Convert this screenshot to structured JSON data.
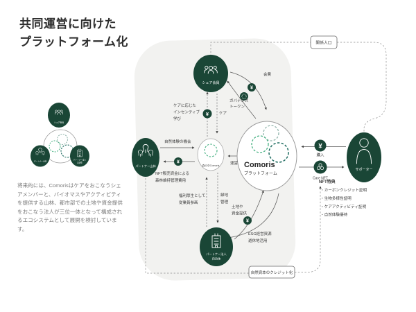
{
  "colors": {
    "primary_green": "#1a4636",
    "logo_teal_dark": "#1c6b5f",
    "logo_green": "#45b081",
    "logo_gray_teal": "#8fb3aa",
    "bg_blob": "#f2f2f0",
    "line": "#555555"
  },
  "title": {
    "line1": "共同運営に向けた",
    "line2": "プラットフォーム化"
  },
  "description": "将来的には、Comorisはケアをおこなうシェアメンバーと、バイオマスやアクティビティを提供する山林、都市部での土地や資金提供をおこなう法人が三位一体となって構成されるエコシステムとして展開を検討しています。",
  "mini": {
    "top": "シェア会員",
    "left": "パートナー山林",
    "right1": "パートナー法人",
    "right2": "自治体"
  },
  "diagram": {
    "center_name": "Comoris",
    "center_subtitle": "プラットフォーム",
    "hub_label": "森の中Comoris",
    "node_share": "シェア会員",
    "node_forest": "パートナー山林",
    "node_corp1": "パートナー法人",
    "node_corp2": "自治体",
    "node_supporter": "サポーター",
    "yen": "¥",
    "fee": "会費",
    "gov1": "ガバナンス",
    "gov2": "トークン",
    "incentive1": "ケアに応じた",
    "incentive2": "インセンティブ",
    "incentive3": "学び",
    "care": "ケア",
    "nature": "自然体験の機会",
    "nftfund1": "NFT販売資金による",
    "nftfund2": "森林維持管理費用",
    "operation": "運営",
    "welfare1": "福利厚生として",
    "welfare2": "従業員参画",
    "green1": "緑地",
    "green2": "管理",
    "land1": "土地や",
    "land2": "資金提供",
    "esg1": "ESG経営資源",
    "esg2": "遊休地活用",
    "purchase": "購入",
    "care_nft": "Care NFT",
    "benefits_title": "NFT特典",
    "benefits": [
      "・カーボンクレジット証明",
      "・生物多様性証明",
      "・ケアアクティビティ証明",
      "・自然体験優待"
    ],
    "related_population": "関係人口",
    "credit_box": "自然資本のクレジット化"
  }
}
